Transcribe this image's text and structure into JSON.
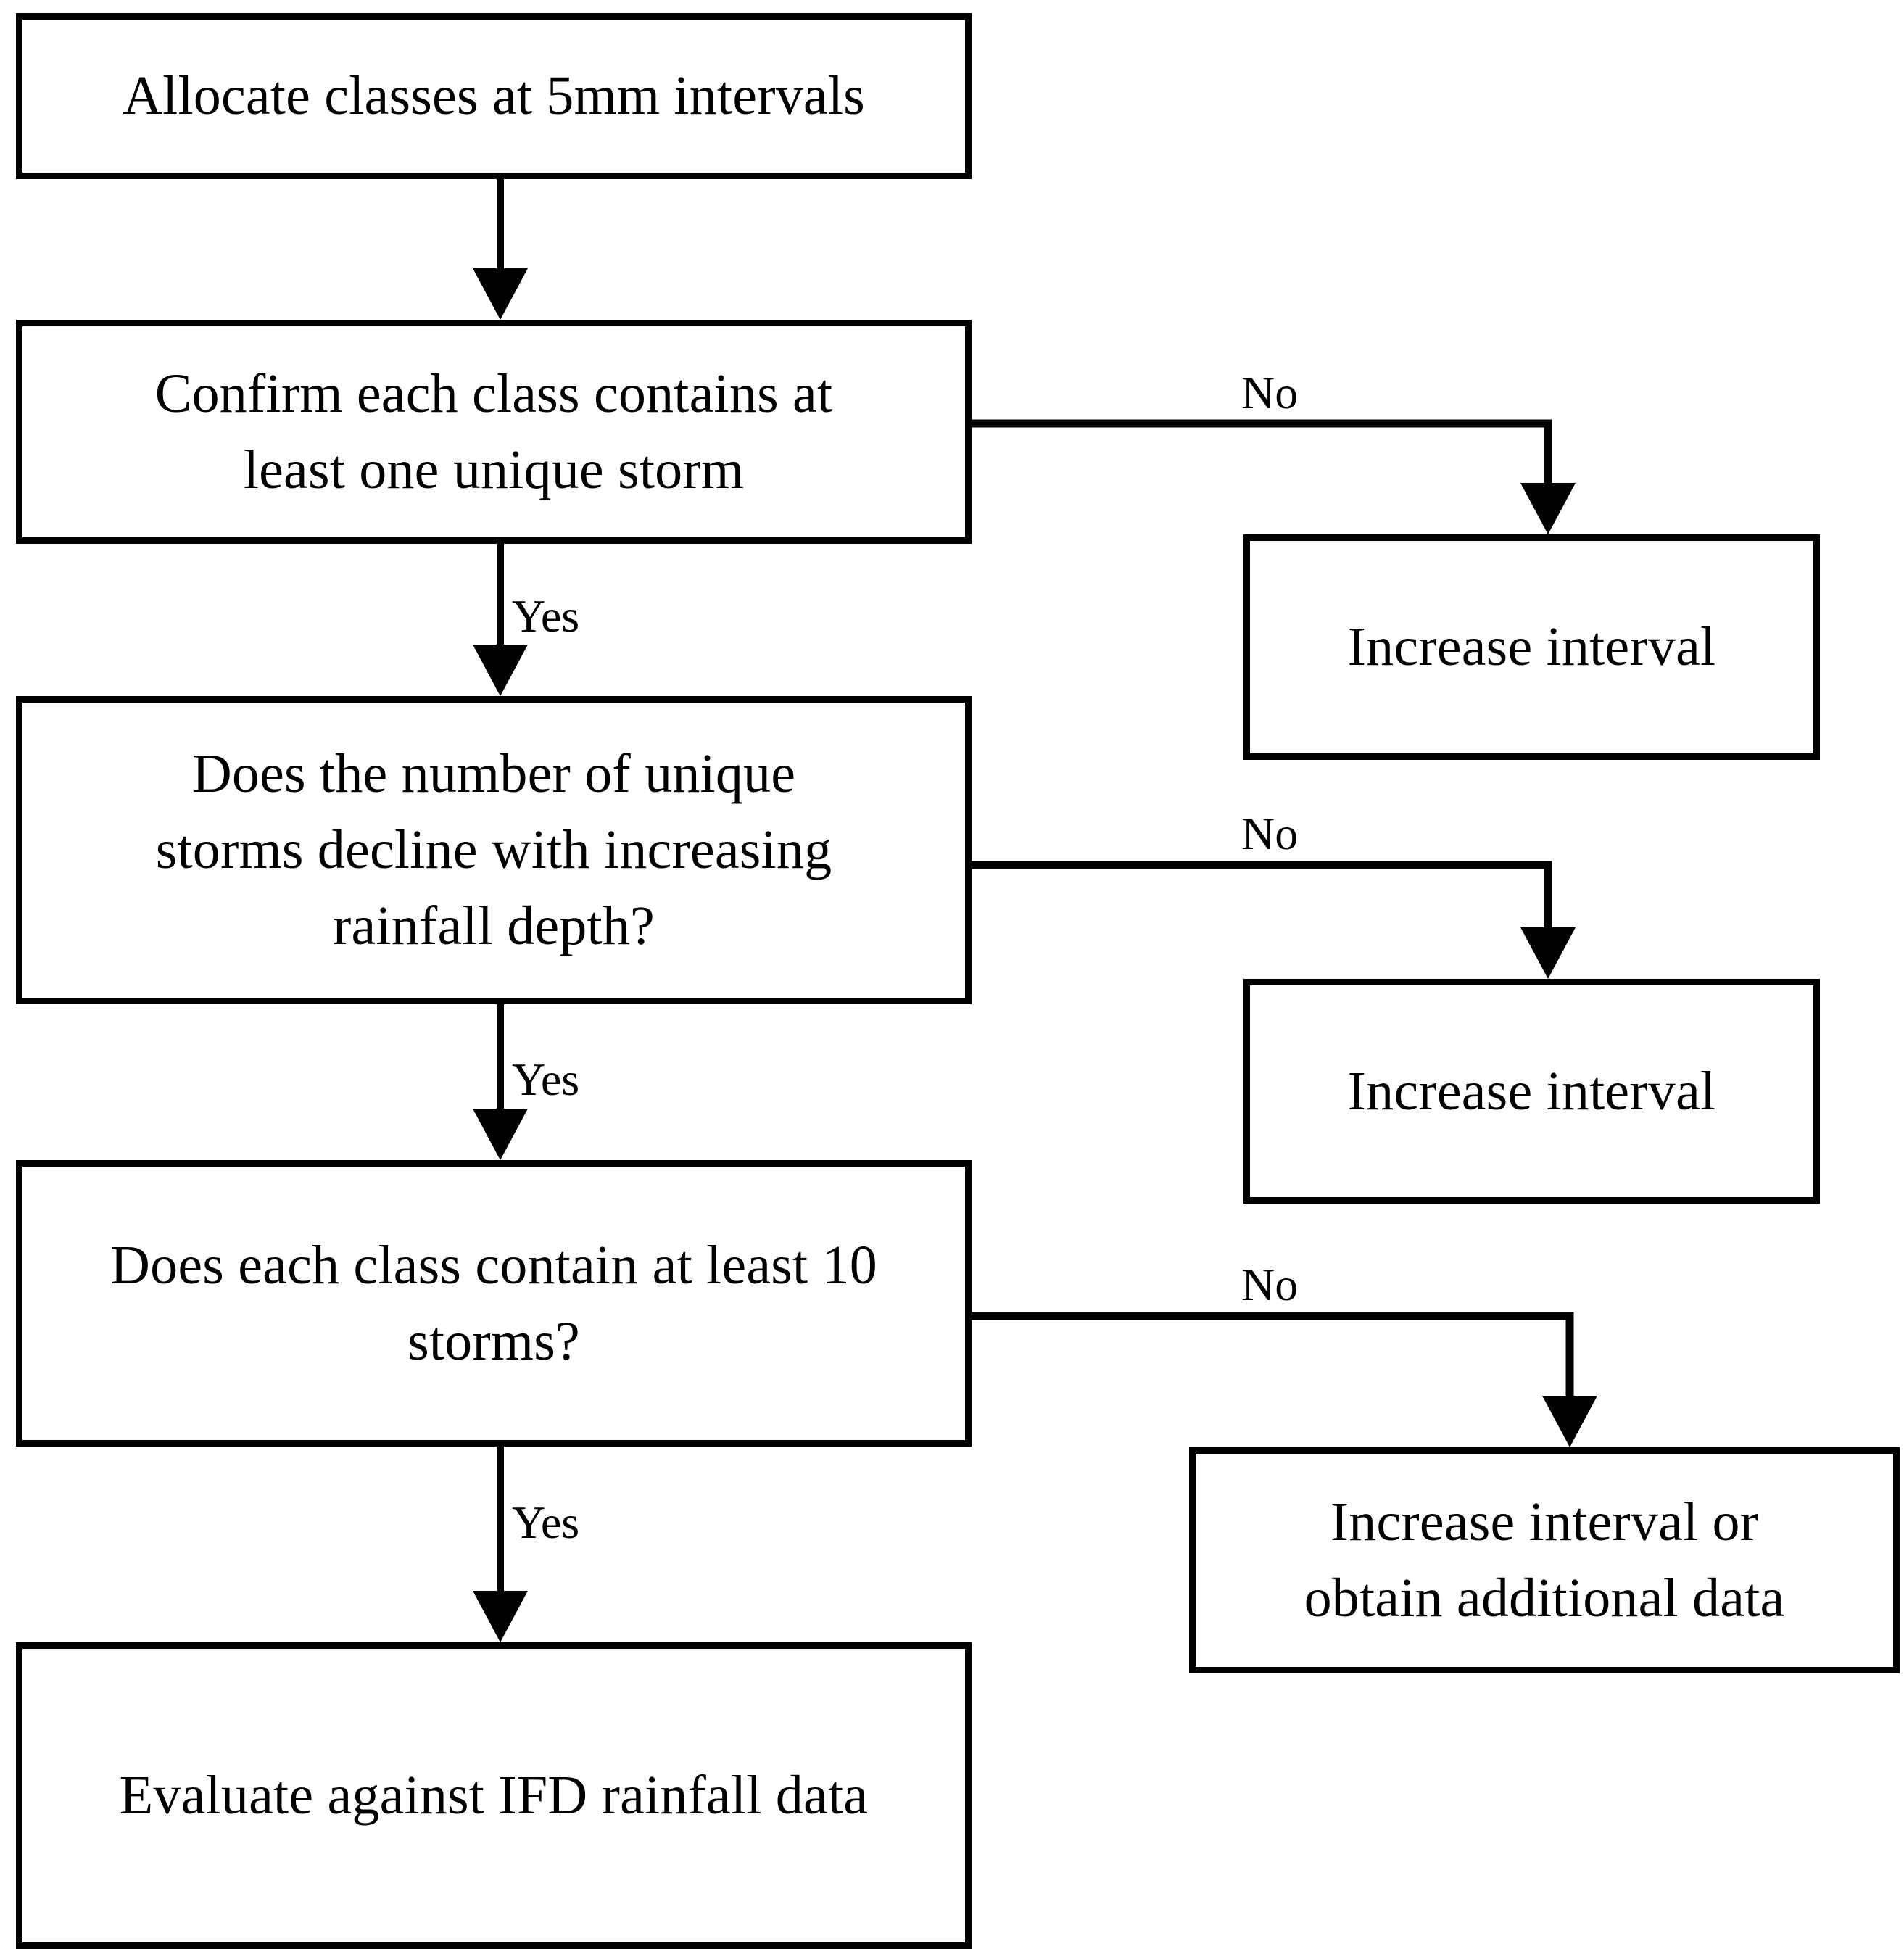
{
  "diagram": {
    "title": "Rainfall storm class allocation decision flowchart",
    "background_color": "#ffffff",
    "line_color": "#000000",
    "text_color": "#000000"
  },
  "nodes": {
    "allocate_classes": "Allocate classes at 5mm intervals",
    "confirm_unique_storm": "Confirm each class contains at\nleast one unique storm",
    "unique_decline": "Does the number of unique\nstorms decline with increasing\nrainfall depth?",
    "at_least_10": "Does each class contain at least 10\nstorms?",
    "evaluate_ifd": "Evaluate against IFD rainfall data",
    "increase_interval_1": "Increase interval",
    "increase_interval_2": "Increase interval",
    "increase_or_obtain": "Increase interval or\nobtain additional data"
  },
  "edge_labels": {
    "no_1": "No",
    "no_2": "No",
    "no_3": "No",
    "yes_1": "Yes",
    "yes_2": "Yes",
    "yes_3": "Yes"
  }
}
